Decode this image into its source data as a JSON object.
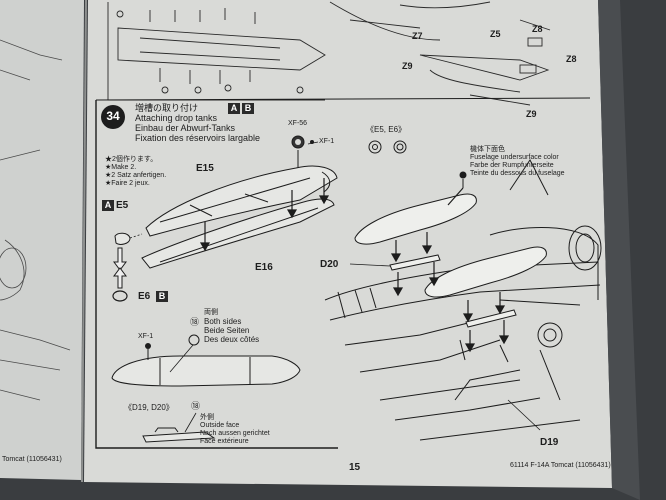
{
  "step": {
    "number": "34",
    "title_ja": "増槽の取り付け",
    "title_en": "Attaching drop tanks",
    "title_de": "Einbau der Abwurf-Tanks",
    "title_fr": "Fixation des réservoirs largable",
    "badges": [
      "A",
      "B"
    ]
  },
  "make_two": {
    "ja": "★2個作ります。",
    "en": "★Make 2.",
    "de": "★2 Satz anfertigen.",
    "fr": "★Faire 2 jeux."
  },
  "paints": {
    "top": "XF-56",
    "right": "XF-1",
    "tank": "XF-1"
  },
  "alt_parts": "《E5, E6》",
  "fuselage_color": {
    "ja": "機体下面色",
    "en": "Fuselage undersurface color",
    "de": "Farbe der Rumpfunterseite",
    "fr": "Teinte du dessous du fuselage"
  },
  "parts": {
    "e15": "E15",
    "e16": "E16",
    "e5": "E5",
    "e5_badge": "A",
    "e6": "E6",
    "e6_badge": "B",
    "d20": "D20",
    "d19": "D19",
    "top_z7": "Z7",
    "top_z5": "Z5",
    "top_z8a": "Z8",
    "top_z8b": "Z8",
    "top_z9a": "Z9",
    "top_z9b": "Z9"
  },
  "both_sides": {
    "ja": "両側",
    "en": "Both sides",
    "de": "Beide Seiten",
    "fr": "Des deux côtés",
    "decal": "⑱"
  },
  "outside": {
    "parts": "《D19, D20》",
    "decal": "⑱",
    "ja": "外側",
    "en": "Outside face",
    "de": "Nach aussen gerichtet",
    "fr": "Face extérieure"
  },
  "footer": {
    "page_number": "15",
    "right": "61114 F-14A Tomcat (11056431)",
    "left": "Tomcat (11056431)"
  },
  "colors": {
    "paper": "#d8d9d6",
    "ink": "#1d1d1d",
    "frame": "#3a3d40"
  }
}
